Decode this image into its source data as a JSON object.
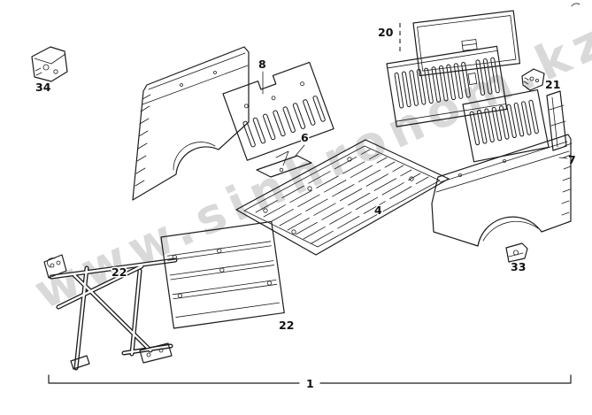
{
  "watermark": {
    "text": "www.sinhronom.kz"
  },
  "callouts": {
    "p34": "34",
    "p8": "8",
    "p6": "6",
    "p20": "20",
    "p21": "21",
    "p7": "7",
    "p4": "4",
    "p33": "33",
    "p22a": "22",
    "p22b": "22",
    "p1": "1"
  }
}
